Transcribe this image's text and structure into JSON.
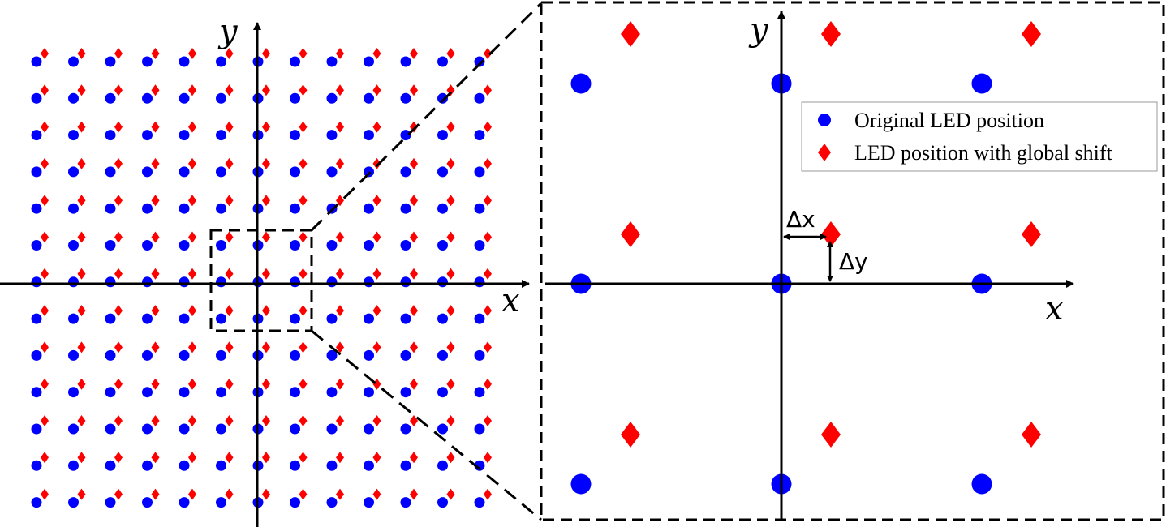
{
  "overview": {
    "x_label": "x",
    "y_label": "y",
    "grid_columns": 13,
    "grid_rows": 13
  },
  "zoom": {
    "x_label": "x",
    "y_label": "y",
    "delta_x_label": "Δx",
    "delta_y_label": "Δy"
  },
  "legend": {
    "original": "Original LED position",
    "shifted": "LED position with global shift"
  },
  "colors": {
    "original": "#0000ff",
    "shifted": "#ff0000",
    "axis": "#000000"
  }
}
